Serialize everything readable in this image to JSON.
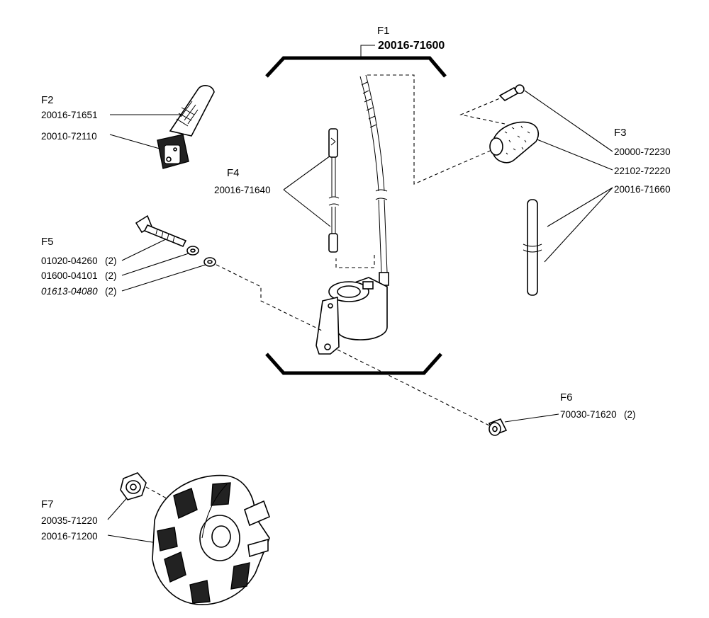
{
  "groups": {
    "f1": {
      "ref": "F1",
      "part": "20016-71600"
    },
    "f2": {
      "ref": "F2",
      "parts": [
        "20016-71651",
        "20010-72110"
      ]
    },
    "f3": {
      "ref": "F3",
      "parts": [
        "20000-72230",
        "22102-72220",
        "20016-71660"
      ]
    },
    "f4": {
      "ref": "F4",
      "part": "20016-71640"
    },
    "f5": {
      "ref": "F5",
      "parts": [
        "01020-04260",
        "01600-04101",
        "01613-04080"
      ],
      "qty": [
        "(2)",
        "(2)",
        "(2)"
      ]
    },
    "f6": {
      "ref": "F6",
      "part": "70030-71620",
      "qty": "(2)"
    },
    "f7": {
      "ref": "F7",
      "parts": [
        "20035-71220",
        "20016-71200"
      ]
    }
  }
}
